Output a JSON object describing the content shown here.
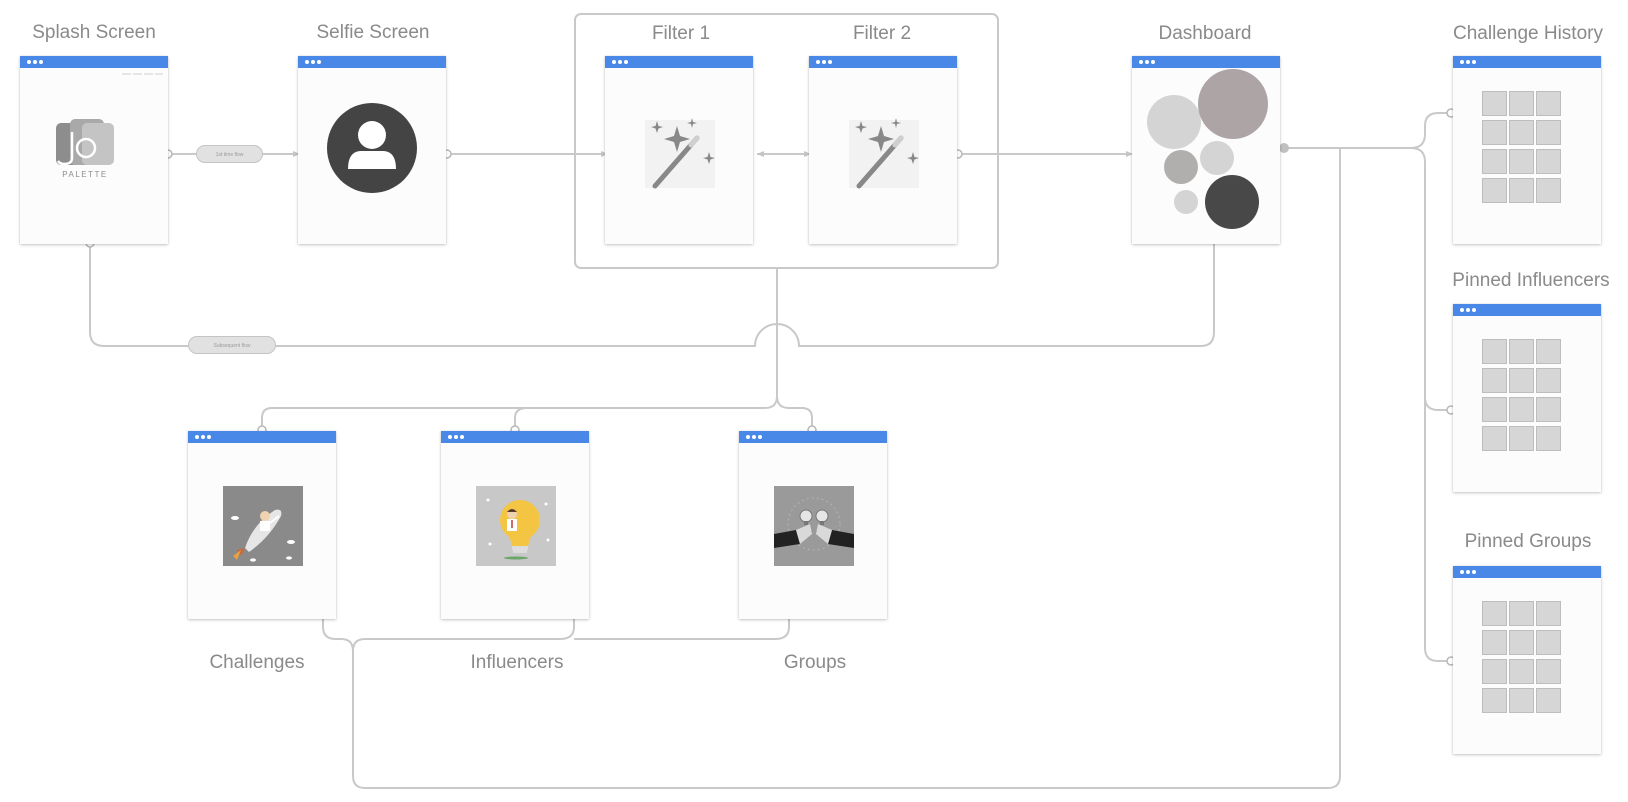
{
  "titles": {
    "splash": "Splash Screen",
    "selfie": "Selfie Screen",
    "filter1": "Filter 1",
    "filter2": "Filter 2",
    "dashboard": "Dashboard",
    "challenge_history": "Challenge History",
    "pinned_influencers": "Pinned Influencers",
    "pinned_groups": "Pinned Groups",
    "challenges": "Challenges",
    "influencers": "Influencers",
    "groups": "Groups"
  },
  "connectors": {
    "first_time": "1st time flow",
    "subsequent": "Subsequent flow"
  },
  "logo": {
    "text": "PALETTE"
  },
  "icons": {
    "selfie": "user-silhouette-icon",
    "filter": "magic-wand-icon",
    "challenges": "rocket-illustration",
    "influencers": "lightbulb-illustration",
    "groups": "handshake-illustration"
  },
  "colors": {
    "title_bar": "#4a88e8",
    "connector": "#c9c9c9",
    "text": "#8a8a8a"
  }
}
